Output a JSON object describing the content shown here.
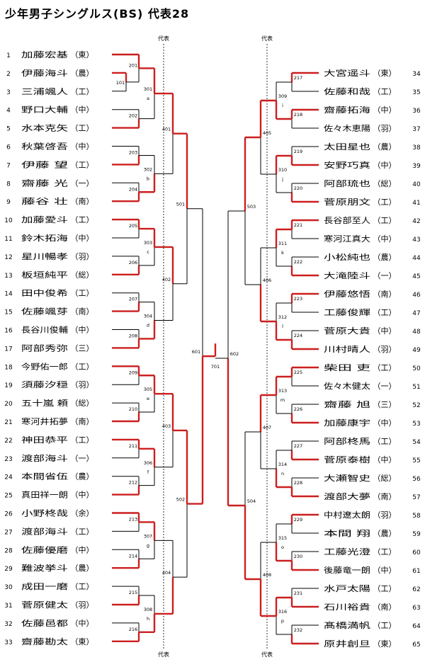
{
  "title": "少年男子シングルス(BS) 代表28",
  "daihyo_label": "代表",
  "left_players": [
    {
      "no": "1",
      "name": "加藤宏基",
      "team": "東"
    },
    {
      "no": "2",
      "name": "伊藤海斗",
      "team": "農"
    },
    {
      "no": "3",
      "name": "三浦颯人",
      "team": "工"
    },
    {
      "no": "4",
      "name": "野口大輔",
      "team": "中"
    },
    {
      "no": "5",
      "name": "水本克矢",
      "team": "工"
    },
    {
      "no": "6",
      "name": "秋葉啓吾",
      "team": "中"
    },
    {
      "no": "7",
      "name": "伊藤 望",
      "team": "工"
    },
    {
      "no": "8",
      "name": "齋藤 光",
      "team": "一"
    },
    {
      "no": "9",
      "name": "藤谷 壮",
      "team": "南"
    },
    {
      "no": "10",
      "name": "加藤愛斗",
      "team": "工"
    },
    {
      "no": "11",
      "name": "鈴木拓海",
      "team": "中"
    },
    {
      "no": "12",
      "name": "星川暢孝",
      "team": "羽"
    },
    {
      "no": "13",
      "name": "板垣純平",
      "team": "総"
    },
    {
      "no": "14",
      "name": "田中俊希",
      "team": "工"
    },
    {
      "no": "15",
      "name": "佐藤颯芽",
      "team": "南"
    },
    {
      "no": "16",
      "name": "長谷川俊輔",
      "team": "中"
    },
    {
      "no": "17",
      "name": "阿部秀弥",
      "team": "三"
    },
    {
      "no": "18",
      "name": "今野佑一郎",
      "team": "工"
    },
    {
      "no": "19",
      "name": "須藤汐穏",
      "team": "羽"
    },
    {
      "no": "20",
      "name": "五十嵐 頼",
      "team": "総"
    },
    {
      "no": "21",
      "name": "寒河井拓夢",
      "team": "南"
    },
    {
      "no": "22",
      "name": "神田恭平",
      "team": "工"
    },
    {
      "no": "23",
      "name": "渡部海斗",
      "team": "一"
    },
    {
      "no": "24",
      "name": "本間省伍",
      "team": "農"
    },
    {
      "no": "25",
      "name": "真田祥一朗",
      "team": "中"
    },
    {
      "no": "26",
      "name": "小野柊哉",
      "team": "余"
    },
    {
      "no": "27",
      "name": "渡部海斗",
      "team": "工"
    },
    {
      "no": "28",
      "name": "佐藤優磨",
      "team": "中"
    },
    {
      "no": "29",
      "name": "難波挙斗",
      "team": "農"
    },
    {
      "no": "30",
      "name": "成田一磨",
      "team": "工"
    },
    {
      "no": "31",
      "name": "菅原健太",
      "team": "羽"
    },
    {
      "no": "32",
      "name": "佐藤邑都",
      "team": "中"
    },
    {
      "no": "33",
      "name": "齋藤勘太",
      "team": "東"
    }
  ],
  "right_players": [
    {
      "no": "34",
      "name": "大宮遥斗",
      "team": "東"
    },
    {
      "no": "35",
      "name": "佐藤和哉",
      "team": "工"
    },
    {
      "no": "36",
      "name": "齋藤拓海",
      "team": "中"
    },
    {
      "no": "37",
      "name": "佐々木恵陽",
      "team": "羽"
    },
    {
      "no": "38",
      "name": "太田星也",
      "team": "農"
    },
    {
      "no": "39",
      "name": "安野巧真",
      "team": "中"
    },
    {
      "no": "40",
      "name": "阿部琉也",
      "team": "総"
    },
    {
      "no": "41",
      "name": "菅原朋文",
      "team": "工"
    },
    {
      "no": "42",
      "name": "長谷部至人",
      "team": "工"
    },
    {
      "no": "43",
      "name": "寒河江真大",
      "team": "中"
    },
    {
      "no": "44",
      "name": "小松純也",
      "team": "農"
    },
    {
      "no": "45",
      "name": "大滝陸斗",
      "team": "一"
    },
    {
      "no": "46",
      "name": "伊藤悠悟",
      "team": "南"
    },
    {
      "no": "47",
      "name": "工藤俊輝",
      "team": "工"
    },
    {
      "no": "48",
      "name": "菅原大貴",
      "team": "中"
    },
    {
      "no": "49",
      "name": "川村晴人",
      "team": "羽"
    },
    {
      "no": "50",
      "name": "柴田 吏",
      "team": "工"
    },
    {
      "no": "51",
      "name": "佐々木健太",
      "team": "一"
    },
    {
      "no": "52",
      "name": "齋藤 旭",
      "team": "三"
    },
    {
      "no": "53",
      "name": "加藤康宇",
      "team": "中"
    },
    {
      "no": "54",
      "name": "阿部柊馬",
      "team": "工"
    },
    {
      "no": "55",
      "name": "菅原泰樹",
      "team": "中"
    },
    {
      "no": "56",
      "name": "大瀬智史",
      "team": "総"
    },
    {
      "no": "57",
      "name": "渡部大夢",
      "team": "南"
    },
    {
      "no": "58",
      "name": "中村遼太朗",
      "team": "羽"
    },
    {
      "no": "59",
      "name": "本間 翔",
      "team": "農"
    },
    {
      "no": "60",
      "name": "工藤光澄",
      "team": "工"
    },
    {
      "no": "61",
      "name": "後藤竜一朗",
      "team": "中"
    },
    {
      "no": "62",
      "name": "水戸太陽",
      "team": "工"
    },
    {
      "no": "63",
      "name": "石川裕貴",
      "team": "南"
    },
    {
      "no": "64",
      "name": "髙橋満帆",
      "team": "工"
    },
    {
      "no": "65",
      "name": "原井創旦",
      "team": "東"
    }
  ],
  "match_numbers": {
    "101": "101",
    "201": "201",
    "202": "202",
    "203": "203",
    "204": "204",
    "205": "205",
    "206": "206",
    "207": "207",
    "208": "208",
    "209": "209",
    "210": "210",
    "211": "211",
    "212": "212",
    "213": "213",
    "214": "214",
    "215": "215",
    "216": "216",
    "217": "217",
    "218": "218",
    "219": "219",
    "220": "220",
    "221": "221",
    "222": "222",
    "223": "223",
    "224": "224",
    "225": "225",
    "226": "226",
    "227": "227",
    "228": "228",
    "229": "229",
    "230": "230",
    "231": "231",
    "232": "232",
    "301": "301",
    "302": "302",
    "303": "303",
    "304": "304",
    "305": "305",
    "306": "306",
    "307": "307",
    "308": "308",
    "309": "309",
    "310": "310",
    "311": "311",
    "312": "312",
    "313": "313",
    "314": "314",
    "315": "315",
    "316": "316",
    "401": "401",
    "402": "402",
    "403": "403",
    "404": "404",
    "405": "405",
    "406": "406",
    "407": "407",
    "408": "408",
    "501": "501",
    "502": "502",
    "503": "503",
    "504": "504",
    "601": "601",
    "602": "602",
    "701": "701"
  },
  "block_letters": [
    "a",
    "b",
    "c",
    "d",
    "e",
    "f",
    "g",
    "h",
    "i",
    "j",
    "k",
    "l",
    "m",
    "n",
    "o",
    "p"
  ],
  "colors": {
    "winner": "#cc1f1f",
    "line": "#000000"
  }
}
